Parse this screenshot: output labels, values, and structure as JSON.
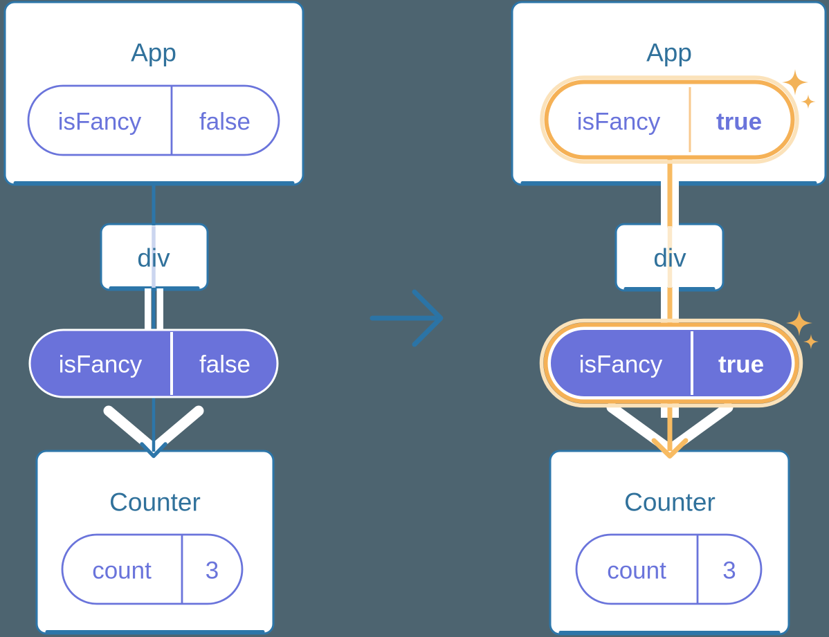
{
  "colors": {
    "background": "#4D6470",
    "card_border_blue": "#2D76A9",
    "title_text_blue": "#30719B",
    "purple": "#6A74DB",
    "purple_pill_fill": "#6A72DA",
    "orange": "#F5B156",
    "orange_line": "#F8BB62",
    "orange_glow": "#FBE2BA",
    "peach_trace": "#FCE9CB",
    "lavender_trace": "#CBD5EF",
    "transition_arrow_blue": "#2B74A6",
    "white": "#FFFFFF"
  },
  "before": {
    "app": {
      "title": "App",
      "prop_name": "isFancy",
      "prop_value": "false"
    },
    "div_node": {
      "label": "div"
    },
    "passed_prop": {
      "name": "isFancy",
      "value": "false"
    },
    "counter": {
      "title": "Counter",
      "state_name": "count",
      "state_value": "3"
    }
  },
  "after": {
    "app": {
      "title": "App",
      "prop_name": "isFancy",
      "prop_value": "true"
    },
    "div_node": {
      "label": "div"
    },
    "passed_prop": {
      "name": "isFancy",
      "value": "true"
    },
    "counter": {
      "title": "Counter",
      "state_name": "count",
      "state_value": "3"
    }
  }
}
